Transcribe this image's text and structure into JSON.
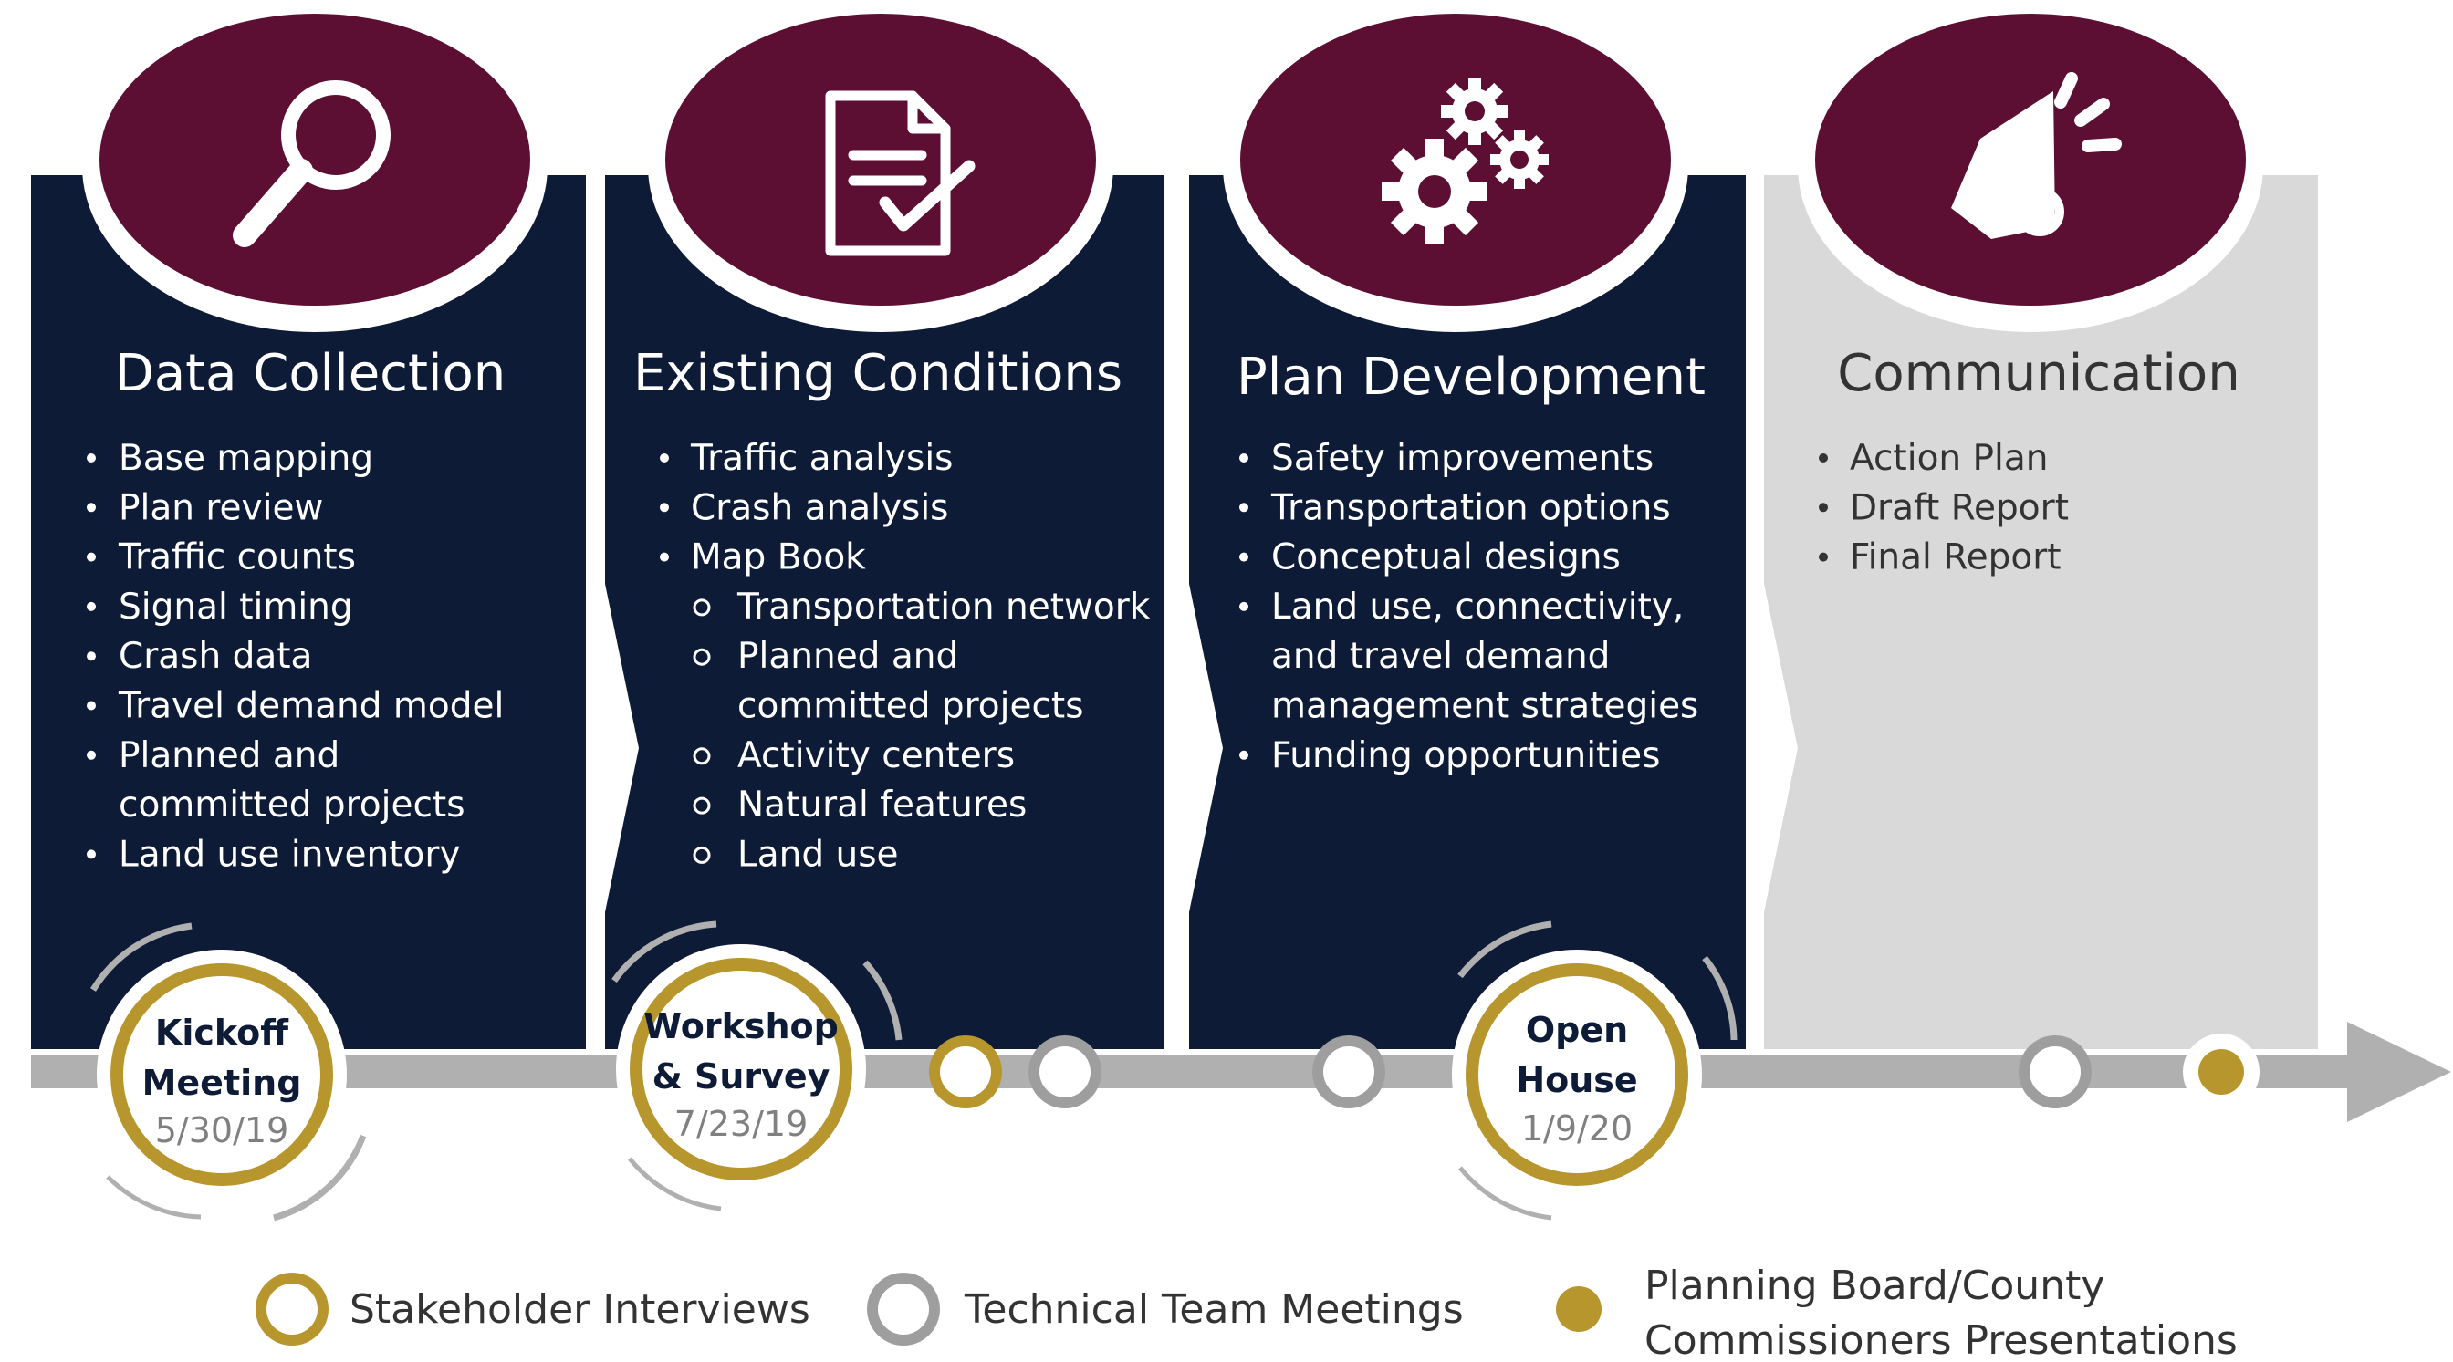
{
  "colors": {
    "navy": "#0d1b36",
    "maroon": "#5d0f33",
    "light_gray": "#d9d9d9",
    "track_gray": "#b0b0b0",
    "gold": "#b8962e",
    "white": "#ffffff",
    "text_dark": "#333333",
    "date_gray": "#808080"
  },
  "phases": [
    {
      "title": "Data Collection",
      "icon": "magnifier-icon",
      "items": [
        {
          "text": "Base mapping",
          "level": 1
        },
        {
          "text": "Plan review",
          "level": 1
        },
        {
          "text": "Traffic counts",
          "level": 1
        },
        {
          "text": "Signal timing",
          "level": 1
        },
        {
          "text": "Crash data",
          "level": 1
        },
        {
          "text": "Travel demand model",
          "level": 1
        },
        {
          "text": "Planned and",
          "level": 1
        },
        {
          "text": "committed projects",
          "level": 0
        },
        {
          "text": "Land use inventory",
          "level": 1
        }
      ]
    },
    {
      "title": "Existing Conditions",
      "icon": "document-check-icon",
      "items": [
        {
          "text": "Traffic analysis",
          "level": 1
        },
        {
          "text": "Crash analysis",
          "level": 1
        },
        {
          "text": "Map Book",
          "level": 1
        },
        {
          "text": "Transportation network",
          "level": 2
        },
        {
          "text": "Planned and",
          "level": 2
        },
        {
          "text": "committed projects",
          "level": 3
        },
        {
          "text": "Activity centers",
          "level": 2
        },
        {
          "text": "Natural features",
          "level": 2
        },
        {
          "text": "Land use",
          "level": 2
        }
      ]
    },
    {
      "title": "Plan Development",
      "icon": "gears-icon",
      "items": [
        {
          "text": "Safety improvements",
          "level": 1
        },
        {
          "text": "Transportation options",
          "level": 1
        },
        {
          "text": "Conceptual designs",
          "level": 1
        },
        {
          "text": "Land use, connectivity,",
          "level": 1
        },
        {
          "text": "and travel demand",
          "level": 0
        },
        {
          "text": "management strategies",
          "level": 0
        },
        {
          "text": "Funding opportunities",
          "level": 1
        }
      ]
    },
    {
      "title": "Communication",
      "icon": "megaphone-icon",
      "items": [
        {
          "text": "Action Plan",
          "level": 1
        },
        {
          "text": "Draft Report",
          "level": 1
        },
        {
          "text": "Final Report",
          "level": 1
        }
      ]
    }
  ],
  "milestones": [
    {
      "line1": "Kickoff",
      "line2": "Meeting",
      "date": "5/30/19"
    },
    {
      "line1": "Workshop",
      "line2": "& Survey",
      "date": "7/23/19"
    },
    {
      "line1": "Open",
      "line2": "House",
      "date": "1/9/20"
    }
  ],
  "legend": [
    {
      "label": "Stakeholder Interviews",
      "type": "gold-ring"
    },
    {
      "label": "Technical Team Meetings",
      "type": "gray-ring"
    },
    {
      "label_line1": "Planning Board/County",
      "label_line2": "Commissioners Presentations",
      "type": "gold-dot"
    }
  ]
}
